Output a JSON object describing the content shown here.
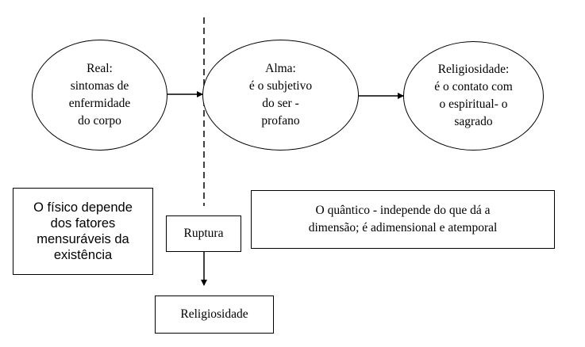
{
  "nodes": {
    "real": "Real:\nsintomas de\nenfermidade\ndo corpo",
    "alma": "Alma:\né o subjetivo\ndo ser -\nprofano",
    "religiosidade_circle": "Religiosidade:\né o contato com\no espiritual- o\nsagrado",
    "fisico": "O físico depende\ndos fatores\nmensuráveis da\nexistência",
    "quantico": "O quântico - independe do que dá a\ndimensão; é adimensional e atemporal",
    "ruptura": "Ruptura",
    "religiosidade_box": "Religiosidade"
  }
}
